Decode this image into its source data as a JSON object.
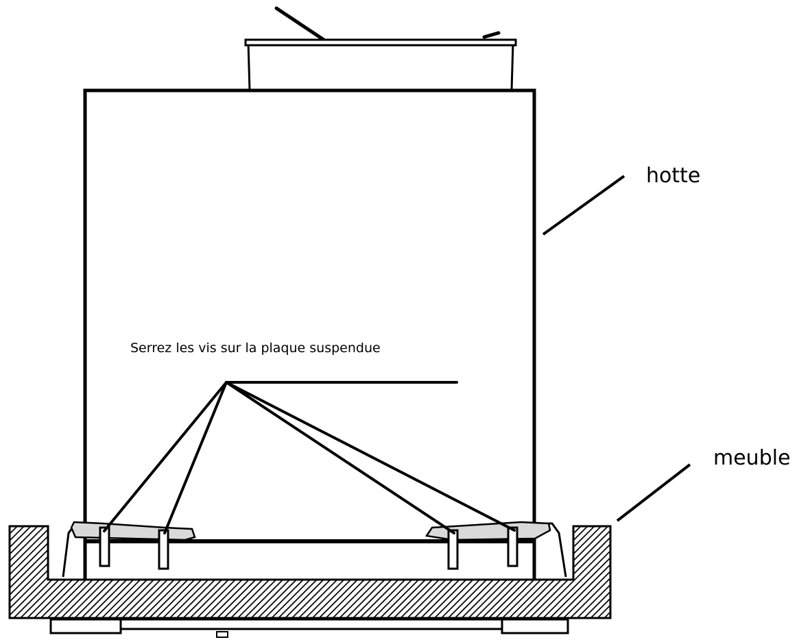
{
  "labels": {
    "hood": "hotte",
    "cabinet": "meuble",
    "screws": "Serrez les vis sur la plaque suspendue"
  },
  "colors": {
    "line": "#000000",
    "fill": "#ffffff",
    "bracket": "#d9d9d9"
  }
}
